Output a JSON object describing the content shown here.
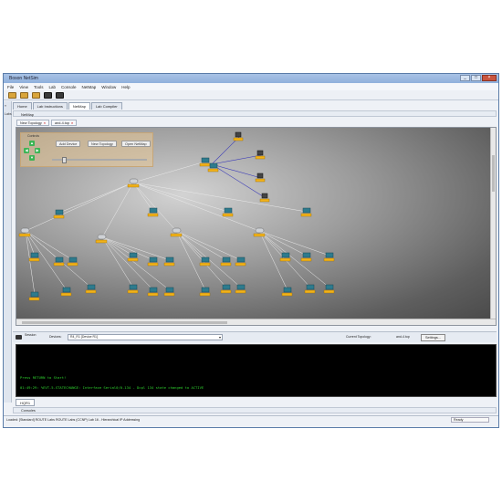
{
  "app": {
    "title": "Boson NetSim",
    "window_buttons": [
      "_",
      "□",
      "×"
    ]
  },
  "menu": [
    "File",
    "View",
    "Tools",
    "Lab",
    "Console",
    "NetMap",
    "Window",
    "Help"
  ],
  "left_rail": [
    "Labs"
  ],
  "main_tabs": [
    "Home",
    "Lab Instructions",
    "NetMap",
    "Lab Compiler"
  ],
  "panel_title": "NetMap",
  "subtabs": [
    {
      "label": "New Topology"
    },
    {
      "label": "and-4.top"
    }
  ],
  "netmap_controls": {
    "title": "Controls",
    "add_device": "Add Device",
    "new_topology": "New Topology",
    "open_netmap": "Open NetMap",
    "zoom_level": 0.1
  },
  "console_bar": {
    "device_label_a": "Session",
    "device_label_b": "Devices:",
    "selected_device": "R4_R1 [Device R1]",
    "current_topology_label": "Current Topology:",
    "current_topology_value": "and-4.top",
    "settings_label": "Settings..."
  },
  "terminal_lines": [
    "Press RETURN to Start!",
    "01:49:29: %EVT-5-STATECHANGE: Interface Serial0/0.134 - Dcpl 134 state changed to ACTIVE"
  ],
  "bottom_tab": "HQR1",
  "bottom_panel": "Consoles",
  "status": {
    "message": "Loaded: [Standard] ROUTE Labs  ROUTE Labs (CCNP) Lab 16 - Hierarchical IP Addressing",
    "ready": "Ready"
  },
  "colors": {
    "titlebar": "#9dbbe2",
    "terminal_text": "#2fd22f",
    "node_tag": "#f2b21a"
  },
  "icons": [
    "folder-icon",
    "monitor-icon",
    "console-icon"
  ]
}
